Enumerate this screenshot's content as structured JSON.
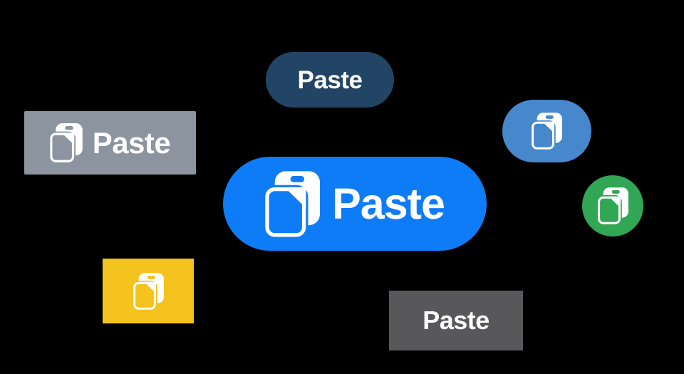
{
  "canvas": {
    "background": "#000000"
  },
  "buttons": [
    {
      "name": "navy-pill",
      "label": "Paste",
      "bg": "#224565",
      "text_color": "#ffffff",
      "shape": "pill",
      "icon": null
    },
    {
      "name": "gray-rect",
      "label": "Paste",
      "bg": "#8b949f",
      "text_color": "#ffffff",
      "shape": "rectangle",
      "icon": "paste-icon"
    },
    {
      "name": "blue-pill-large",
      "label": "Paste",
      "bg": "#0e7cf6",
      "text_color": "#ffffff",
      "shape": "pill",
      "icon": "paste-icon"
    },
    {
      "name": "blue-icon-pill",
      "label": null,
      "bg": "#4787cb",
      "text_color": "#ffffff",
      "shape": "pill",
      "icon": "paste-icon"
    },
    {
      "name": "green-icon-circle",
      "label": null,
      "bg": "#31a654",
      "text_color": "#ffffff",
      "shape": "circle",
      "icon": "paste-icon"
    },
    {
      "name": "yellow-icon-rect",
      "label": null,
      "bg": "#f5c31d",
      "text_color": "#ffffff",
      "shape": "rectangle",
      "icon": "paste-icon"
    },
    {
      "name": "darkgray-rect",
      "label": "Paste",
      "bg": "#58585a",
      "text_color": "#ffffff",
      "shape": "rectangle",
      "icon": null
    }
  ]
}
